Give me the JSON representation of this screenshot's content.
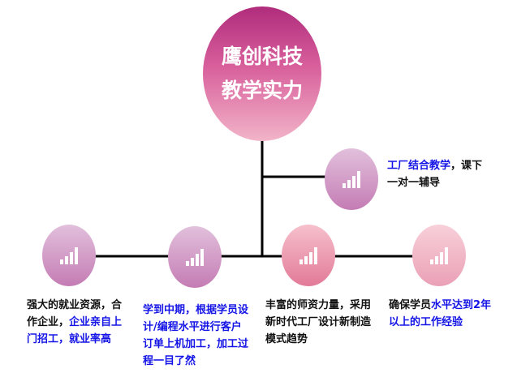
{
  "title": {
    "line1": "鹰创科技",
    "line2": "教学实力"
  },
  "nodes": [
    {
      "icon": "signal-bars-icon",
      "text": [
        {
          "t": "工厂结合教学",
          "blue": true
        },
        {
          "t": "，课下一对一辅导",
          "blue": false
        }
      ]
    },
    {
      "icon": "signal-bars-icon",
      "text": [
        {
          "t": "强大的就业资源，合作企业，",
          "blue": false
        },
        {
          "t": "企业亲自上门招工，就业率高",
          "blue": true
        }
      ]
    },
    {
      "icon": "signal-bars-icon",
      "text": [
        {
          "t": "学到中期，根据学员设计/编程水平进行客户订单上机加工，加工过程一目了然",
          "blue": true
        }
      ]
    },
    {
      "icon": "signal-bars-icon",
      "text": [
        {
          "t": "丰富的师资力量，采用新时代工厂设计新制造模式趋势",
          "blue": false
        }
      ]
    },
    {
      "icon": "signal-bars-icon",
      "text": [
        {
          "t": "确保学员",
          "blue": false
        },
        {
          "t": "水平达到2年以上的工作经验",
          "blue": true
        }
      ]
    }
  ],
  "colors": {
    "line": "#000000",
    "blue": "#1414e6",
    "main_top": "#b02c7c"
  }
}
